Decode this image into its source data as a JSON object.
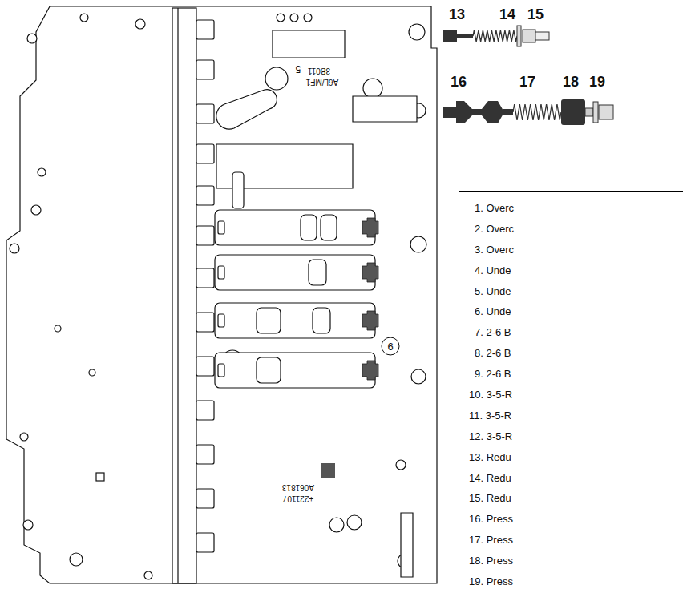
{
  "diagram": {
    "nodes": [
      {
        "text": [
          "1. Overc",
          "2. Overc",
          "3. Overc",
          "4. Unde",
          "5. Unde",
          "6. Unde",
          "7. 2-6 B",
          "8. 2-6 B",
          "9. 2-6 B",
          "10. 3-5-R",
          "11. 3-5-R",
          "12. 3-5-R",
          "13. Redu",
          "14. Redu",
          "15. Redu",
          "16. Press",
          "17. Press",
          "18. Press",
          "19. Press"
        ]
      }
    ],
    "labels": [
      "13",
      "14",
      "15",
      "16",
      "17",
      "18",
      "19",
      "5",
      "A6L/MF1",
      "3B011",
      "6",
      "+221107",
      "A061813"
    ]
  }
}
